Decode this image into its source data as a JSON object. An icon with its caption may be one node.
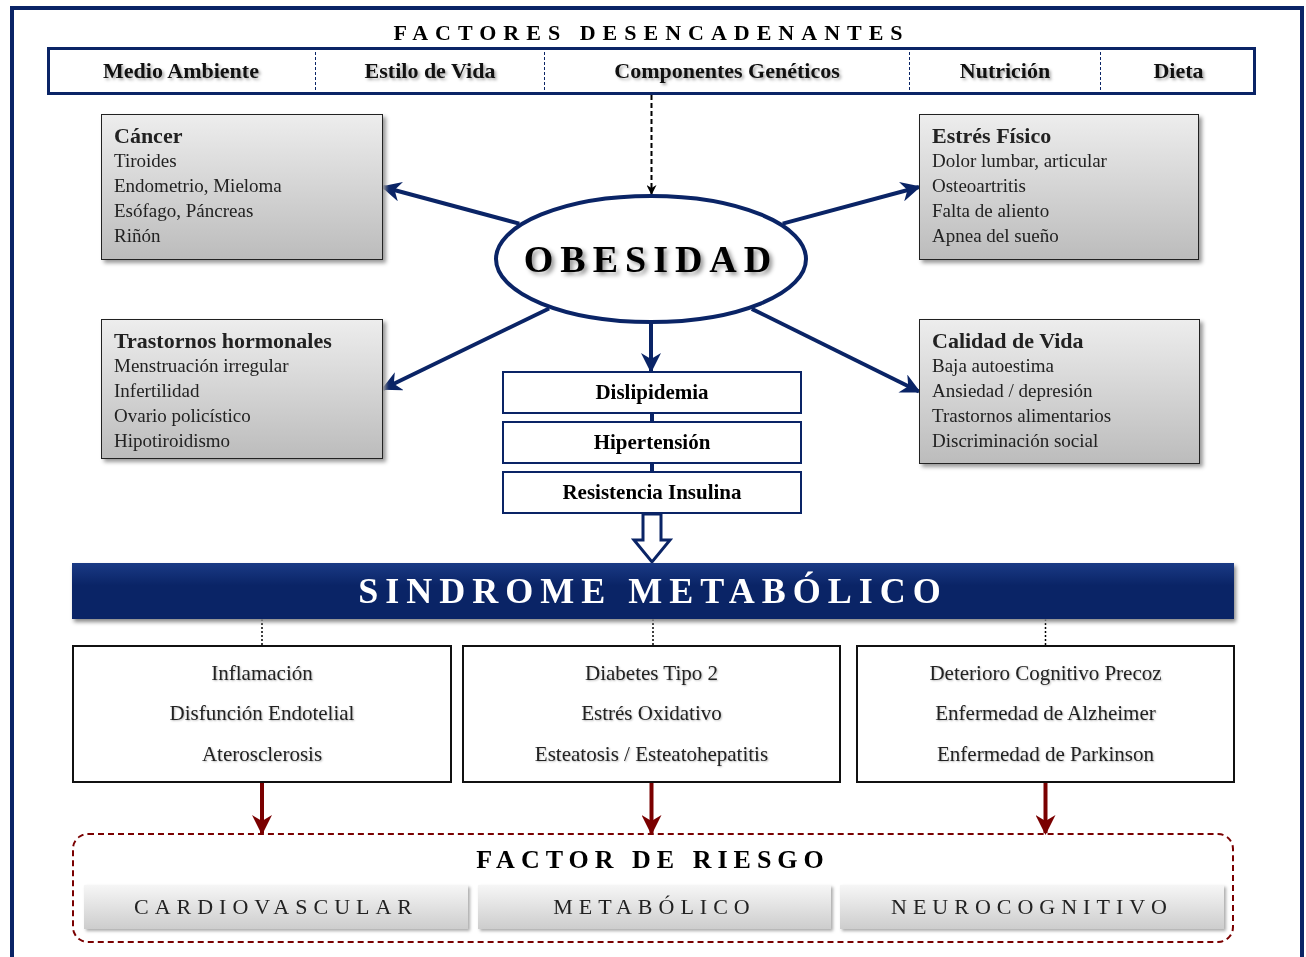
{
  "diagram": {
    "nodes": [
      {
        "text": [
          "FACTORES DESENCADENANTES"
        ]
      },
      {
        "text": [
          "Medio Ambiente"
        ],
        "in": 0
      },
      {
        "text": [
          "Estilo de Vida"
        ],
        "in": 0
      },
      {
        "text": [
          "Componentes Genéticos"
        ],
        "in": 0
      },
      {
        "text": [
          "Nutrición"
        ],
        "in": 0
      },
      {
        "text": [
          "Dieta"
        ],
        "in": 0
      },
      {
        "text": [
          "Cáncer",
          "Tiroides",
          "Endometrio, Mieloma",
          "Esófago, Páncreas",
          "Riñón"
        ]
      },
      {
        "text": [
          "Estrés Físico",
          "Dolor lumbar, articular",
          "Osteoartritis",
          "Falta de aliento",
          "Apnea del sueño"
        ]
      },
      {
        "text": [
          "OBESIDAD"
        ]
      },
      {
        "text": [
          "Trastornos hormonales",
          "Menstruación irregular",
          "Infertilidad",
          "Ovario policístico",
          "Hipotiroidismo"
        ]
      },
      {
        "text": [
          "Calidad de Vida",
          "Baja autoestima",
          "Ansiedad / depresión",
          "Trastornos alimentarios",
          "Discriminación social"
        ]
      },
      {
        "text": [
          "Dislipidemia"
        ]
      },
      {
        "text": [
          "Hipertensión"
        ]
      },
      {
        "text": [
          "Resistencia Insulina"
        ]
      },
      {
        "text": [
          "SINDROME METABÓLICO"
        ]
      },
      {
        "text": [
          "Inflamación",
          "Disfunción Endotelial",
          "Aterosclerosis"
        ]
      },
      {
        "text": [
          "Diabetes Tipo 2",
          "Estrés Oxidativo",
          "Esteatosis / Esteatohepatitis"
        ]
      },
      {
        "text": [
          "Deterioro Cognitivo Precoz",
          "Enfermedad de Alzheimer",
          "Enfermedad de Parkinson"
        ]
      },
      {
        "text": [
          "FACTOR DE RIESGO"
        ]
      },
      {
        "text": [
          "CARDIOVASCULAR"
        ],
        "in": 18
      },
      {
        "text": [
          "METABÓLICO"
        ],
        "in": 18
      },
      {
        "text": [
          "NEUROCOGNITIVO"
        ],
        "in": 18
      }
    ],
    "edges": [
      {
        "from": 0,
        "to": 8,
        "arrow": "to",
        "style": "dashed",
        "color": "#000000"
      },
      {
        "from": 8,
        "to": 6,
        "arrow": "to"
      },
      {
        "from": 8,
        "to": 7,
        "arrow": "to"
      },
      {
        "from": 8,
        "to": 9,
        "arrow": "to"
      },
      {
        "from": 8,
        "to": 10,
        "arrow": "to"
      },
      {
        "from": 8,
        "to": 11,
        "arrow": "to"
      },
      {
        "from": 11,
        "to": 12,
        "arrow": "none"
      },
      {
        "from": 12,
        "to": 13,
        "arrow": "none"
      },
      {
        "from": 13,
        "to": 14,
        "arrow": "to",
        "style": "thick"
      },
      {
        "from": 14,
        "to": 15,
        "arrow": "none",
        "style": "dashed",
        "color": "#000000"
      },
      {
        "from": 14,
        "to": 16,
        "arrow": "none",
        "style": "dashed",
        "color": "#000000"
      },
      {
        "from": 14,
        "to": 17,
        "arrow": "none",
        "style": "dashed",
        "color": "#000000"
      },
      {
        "from": 15,
        "to": 18,
        "arrow": "to",
        "color": "#7a0000"
      },
      {
        "from": 16,
        "to": 18,
        "arrow": "to",
        "color": "#7a0000"
      },
      {
        "from": 17,
        "to": 18,
        "arrow": "to",
        "color": "#7a0000"
      }
    ]
  }
}
